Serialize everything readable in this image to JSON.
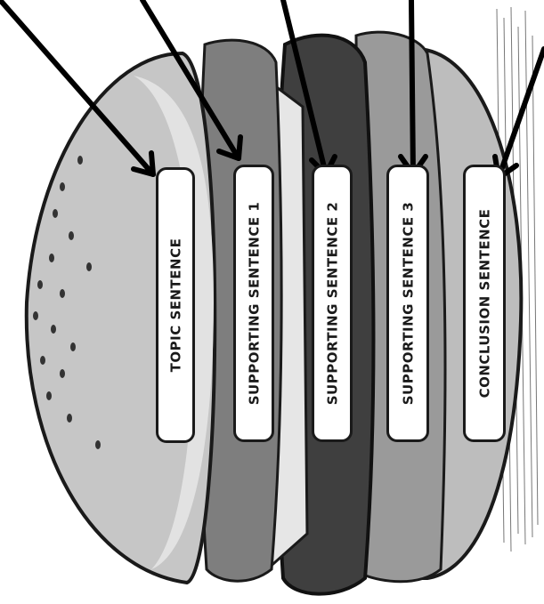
{
  "labels": {
    "topic": "TOPIC SENTENCE",
    "support1": "SUPPORTING SENTENCE 1",
    "support2": "SUPPORTING SENTENCE 2",
    "support3": "SUPPORTING SENTENCE 3",
    "conclusion": "CONCLUSION SENTENCE"
  },
  "colors": {
    "bun": "#c9c9c9",
    "bun_highlight": "#e3e3e3",
    "lettuce": "#8e8e8e",
    "patty": "#454545",
    "cheese": "#dcdcdc",
    "outline": "#1a1a1a",
    "label_bg": "#ffffff"
  }
}
